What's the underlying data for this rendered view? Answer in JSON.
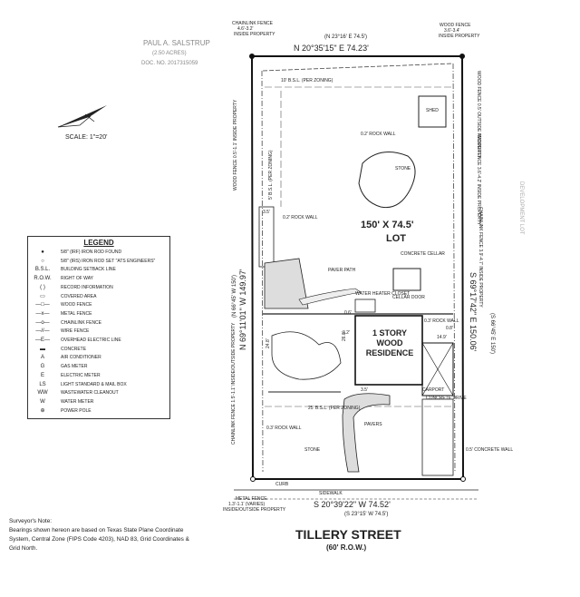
{
  "north_bearing": "N 20°35'15\" E 74.23'",
  "north_record": "(N 23°16' E 74.5')",
  "south_bearing": "S 20°39'22\" W 74.52'",
  "south_record": "(S 23°15' W 74.5')",
  "west_bearing": "N 69°11'01\" W 149.97'",
  "west_record": "(N 66°45' W 150')",
  "east_bearing": "S 69°17'42\" E 150.06'",
  "east_record": "(S 66°45' E 150')",
  "lot_size": "150' X 74.5'",
  "lot_label": "LOT",
  "residence": "1 STORY WOOD RESIDENCE",
  "street_name": "TILLERY STREET",
  "street_row": "(60' R.O.W.)",
  "scale": "SCALE: 1\"=20'",
  "adjoiner": [
    "PAUL A. SALSTRUP",
    "(2.50 ACRES)",
    "DOC. NO. 2017315059"
  ],
  "callouts": {
    "chainlink_top": "CHAINLINK FENCE",
    "chainlink_top_2": "4.6'-3.2'",
    "chainlink_top_3": "INSIDE PROPERTY",
    "wood_top": "WOOD FENCE",
    "wood_top_2": "3.6'-3.4'",
    "wood_top_3": "INSIDE PROPERTY",
    "bsl_top": "10' B.S.L. (PER ZONING)",
    "bsl_side": "5' B.S.L. (PER ZONING)",
    "bsl_front": "25' B.S.L. (PER ZONING)",
    "shed": "SHED",
    "rock_wall_1": "0.2' ROCK WALL",
    "stone": "STONE",
    "rock_wall_2": "0.2' ROCK WALL",
    "concrete_cellar": "CONCRETE CELLAR",
    "paver_path": "PAVER PATH",
    "water_closet": "WATER HEATER CLOSET",
    "cellar_door": "CELLAR DOOR",
    "rock_wall_3": "0.3' ROCK WALL",
    "carport": "CARPORT",
    "concrete_drive": "CONCRETE DRIVE",
    "pavers": "PAVERS",
    "stone_2": "STONE",
    "rock_wall_4": "0.3' ROCK WALL",
    "concrete_wall": "0.5' CONCRETE WALL",
    "curb": "CURB",
    "sidewalk": "SIDEWALK",
    "metal_fence": "METAL FENCE",
    "metal_fence_2": "1.3'-1.1' (VARIES)",
    "metal_fence_3": "INSIDE/OUTSIDE PROPERTY",
    "wood_fence_left": "WOOD FENCE 0.5'-1.1' INSIDE PROPERTY",
    "wood_fence_right1": "WOOD FENCE 0.5' OUTSIDE PROPERTY",
    "wood_fence_right2": "WOOD FENCE 3.6'-4.2' INSIDE PROPERTY",
    "chainlink_right": "CHAINLINK FENCE 3.9'-4.7' INSIDE PROPERTY",
    "chainlink_left": "CHAINLINK FENCE 1.5'-1.1' INSIDE/OUTSIDE PROPERTY",
    "right_adjoiner": "DEVELOPMENT LOT",
    "dim_1": "3.5'",
    "dim_2": "26.0'",
    "dim_3": "0.6'",
    "dim_4": "3.2'",
    "dim_5": "24.8'",
    "dim_6": "3.5'",
    "dim_7": "14.9'",
    "dim_8": "0.8'"
  },
  "legend": {
    "title": "LEGEND",
    "items": [
      {
        "sym": "●",
        "label": "5/8\" (IRF) IRON ROD FOUND"
      },
      {
        "sym": "○",
        "label": "5/8\" (IRS) IRON ROD SET \"ATS ENGINEERS\""
      },
      {
        "sym": "B.S.L.",
        "label": "BUILDING SETBACK LINE"
      },
      {
        "sym": "R.O.W.",
        "label": "RIGHT OF WAY"
      },
      {
        "sym": "( )",
        "label": "RECORD INFORMATION"
      },
      {
        "sym": "▭",
        "label": "COVERED AREA"
      },
      {
        "sym": "—□—",
        "label": "WOOD FENCE"
      },
      {
        "sym": "—x—",
        "label": "METAL FENCE"
      },
      {
        "sym": "—o—",
        "label": "CHAINLINK FENCE"
      },
      {
        "sym": "—//—",
        "label": "WIRE FENCE"
      },
      {
        "sym": "—E—",
        "label": "OVERHEAD ELECTRIC LINE"
      },
      {
        "sym": "▬",
        "label": "CONCRETE"
      },
      {
        "sym": "A",
        "label": "AIR CONDITIONER"
      },
      {
        "sym": "G",
        "label": "GAS METER"
      },
      {
        "sym": "E",
        "label": "ELECTRIC METER"
      },
      {
        "sym": "LS",
        "label": "LIGHT STANDARD & MAIL BOX"
      },
      {
        "sym": "WW",
        "label": "WASTEWATER CLEANOUT"
      },
      {
        "sym": "W",
        "label": "WATER METER"
      },
      {
        "sym": "⊕",
        "label": "POWER POLE"
      }
    ]
  },
  "surveyor_note_title": "Surveyor's Note:",
  "surveyor_note": "Bearings shown hereon are based on Texas State Plane Coordinate System, Central Zone (FIPS Code 4203), NAD 83, Grid Coordinates & Grid North."
}
